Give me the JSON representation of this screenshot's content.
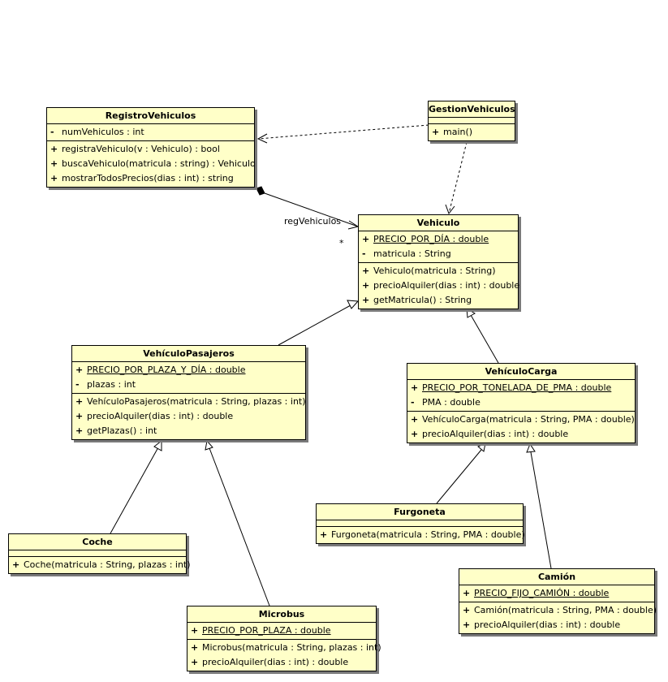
{
  "classes": {
    "registro": {
      "name": "RegistroVehiculos",
      "attributes": [
        {
          "vis": "-",
          "text": "numVehiculos : int",
          "static": false
        }
      ],
      "operations": [
        {
          "vis": "+",
          "text": "registraVehiculo(v : Vehiculo) : bool"
        },
        {
          "vis": "+",
          "text": "buscaVehiculo(matricula : string) : Vehiculo"
        },
        {
          "vis": "+",
          "text": "mostrarTodosPrecios(dias : int) : string"
        }
      ]
    },
    "gestion": {
      "name": "GestionVehiculos",
      "attributes": [],
      "operations": [
        {
          "vis": "+",
          "text": "main()"
        }
      ]
    },
    "vehiculo": {
      "name": "Vehiculo",
      "attributes": [
        {
          "vis": "+",
          "text": "PRECIO_POR_DÍA : double",
          "static": true
        },
        {
          "vis": "-",
          "text": "matricula : String",
          "static": false
        }
      ],
      "operations": [
        {
          "vis": "+",
          "text": "Vehiculo(matricula : String)"
        },
        {
          "vis": "+",
          "text": "precioAlquiler(dias : int) : double"
        },
        {
          "vis": "+",
          "text": "getMatricula() : String"
        }
      ]
    },
    "pasajeros": {
      "name": "VehículoPasajeros",
      "attributes": [
        {
          "vis": "+",
          "text": "PRECIO_POR_PLAZA_Y_DÍA : double",
          "static": true
        },
        {
          "vis": "-",
          "text": "plazas : int",
          "static": false
        }
      ],
      "operations": [
        {
          "vis": "+",
          "text": "VehículoPasajeros(matricula : String, plazas : int)"
        },
        {
          "vis": "+",
          "text": "precioAlquiler(dias : int) : double"
        },
        {
          "vis": "+",
          "text": "getPlazas() : int"
        }
      ]
    },
    "carga": {
      "name": "VehículoCarga",
      "attributes": [
        {
          "vis": "+",
          "text": "PRECIO_POR_TONELADA_DE_PMA : double",
          "static": true
        },
        {
          "vis": "-",
          "text": "PMA : double",
          "static": false
        }
      ],
      "operations": [
        {
          "vis": "+",
          "text": "VehículoCarga(matricula : String, PMA : double)"
        },
        {
          "vis": "+",
          "text": "precioAlquiler(dias : int) : double"
        }
      ]
    },
    "coche": {
      "name": "Coche",
      "attributes": [],
      "operations": [
        {
          "vis": "+",
          "text": "Coche(matricula : String, plazas : int)"
        }
      ]
    },
    "microbus": {
      "name": "Microbus",
      "attributes": [
        {
          "vis": "+",
          "text": "PRECIO_POR_PLAZA : double",
          "static": true
        }
      ],
      "operations": [
        {
          "vis": "+",
          "text": "Microbus(matricula : String, plazas : int)"
        },
        {
          "vis": "+",
          "text": "precioAlquiler(dias : int) : double"
        }
      ]
    },
    "furgoneta": {
      "name": "Furgoneta",
      "attributes": [],
      "operations": [
        {
          "vis": "+",
          "text": "Furgoneta(matricula : String, PMA : double)"
        }
      ]
    },
    "camion": {
      "name": "Camión",
      "attributes": [
        {
          "vis": "+",
          "text": "PRECIO_FIJO_CAMIÓN : double",
          "static": true
        }
      ],
      "operations": [
        {
          "vis": "+",
          "text": "Camión(matricula : String, PMA : double)"
        },
        {
          "vis": "+",
          "text": "precioAlquiler(dias : int) : double"
        }
      ]
    }
  },
  "relations": {
    "composition_role": "regVehiculos",
    "composition_multiplicity": "*"
  }
}
